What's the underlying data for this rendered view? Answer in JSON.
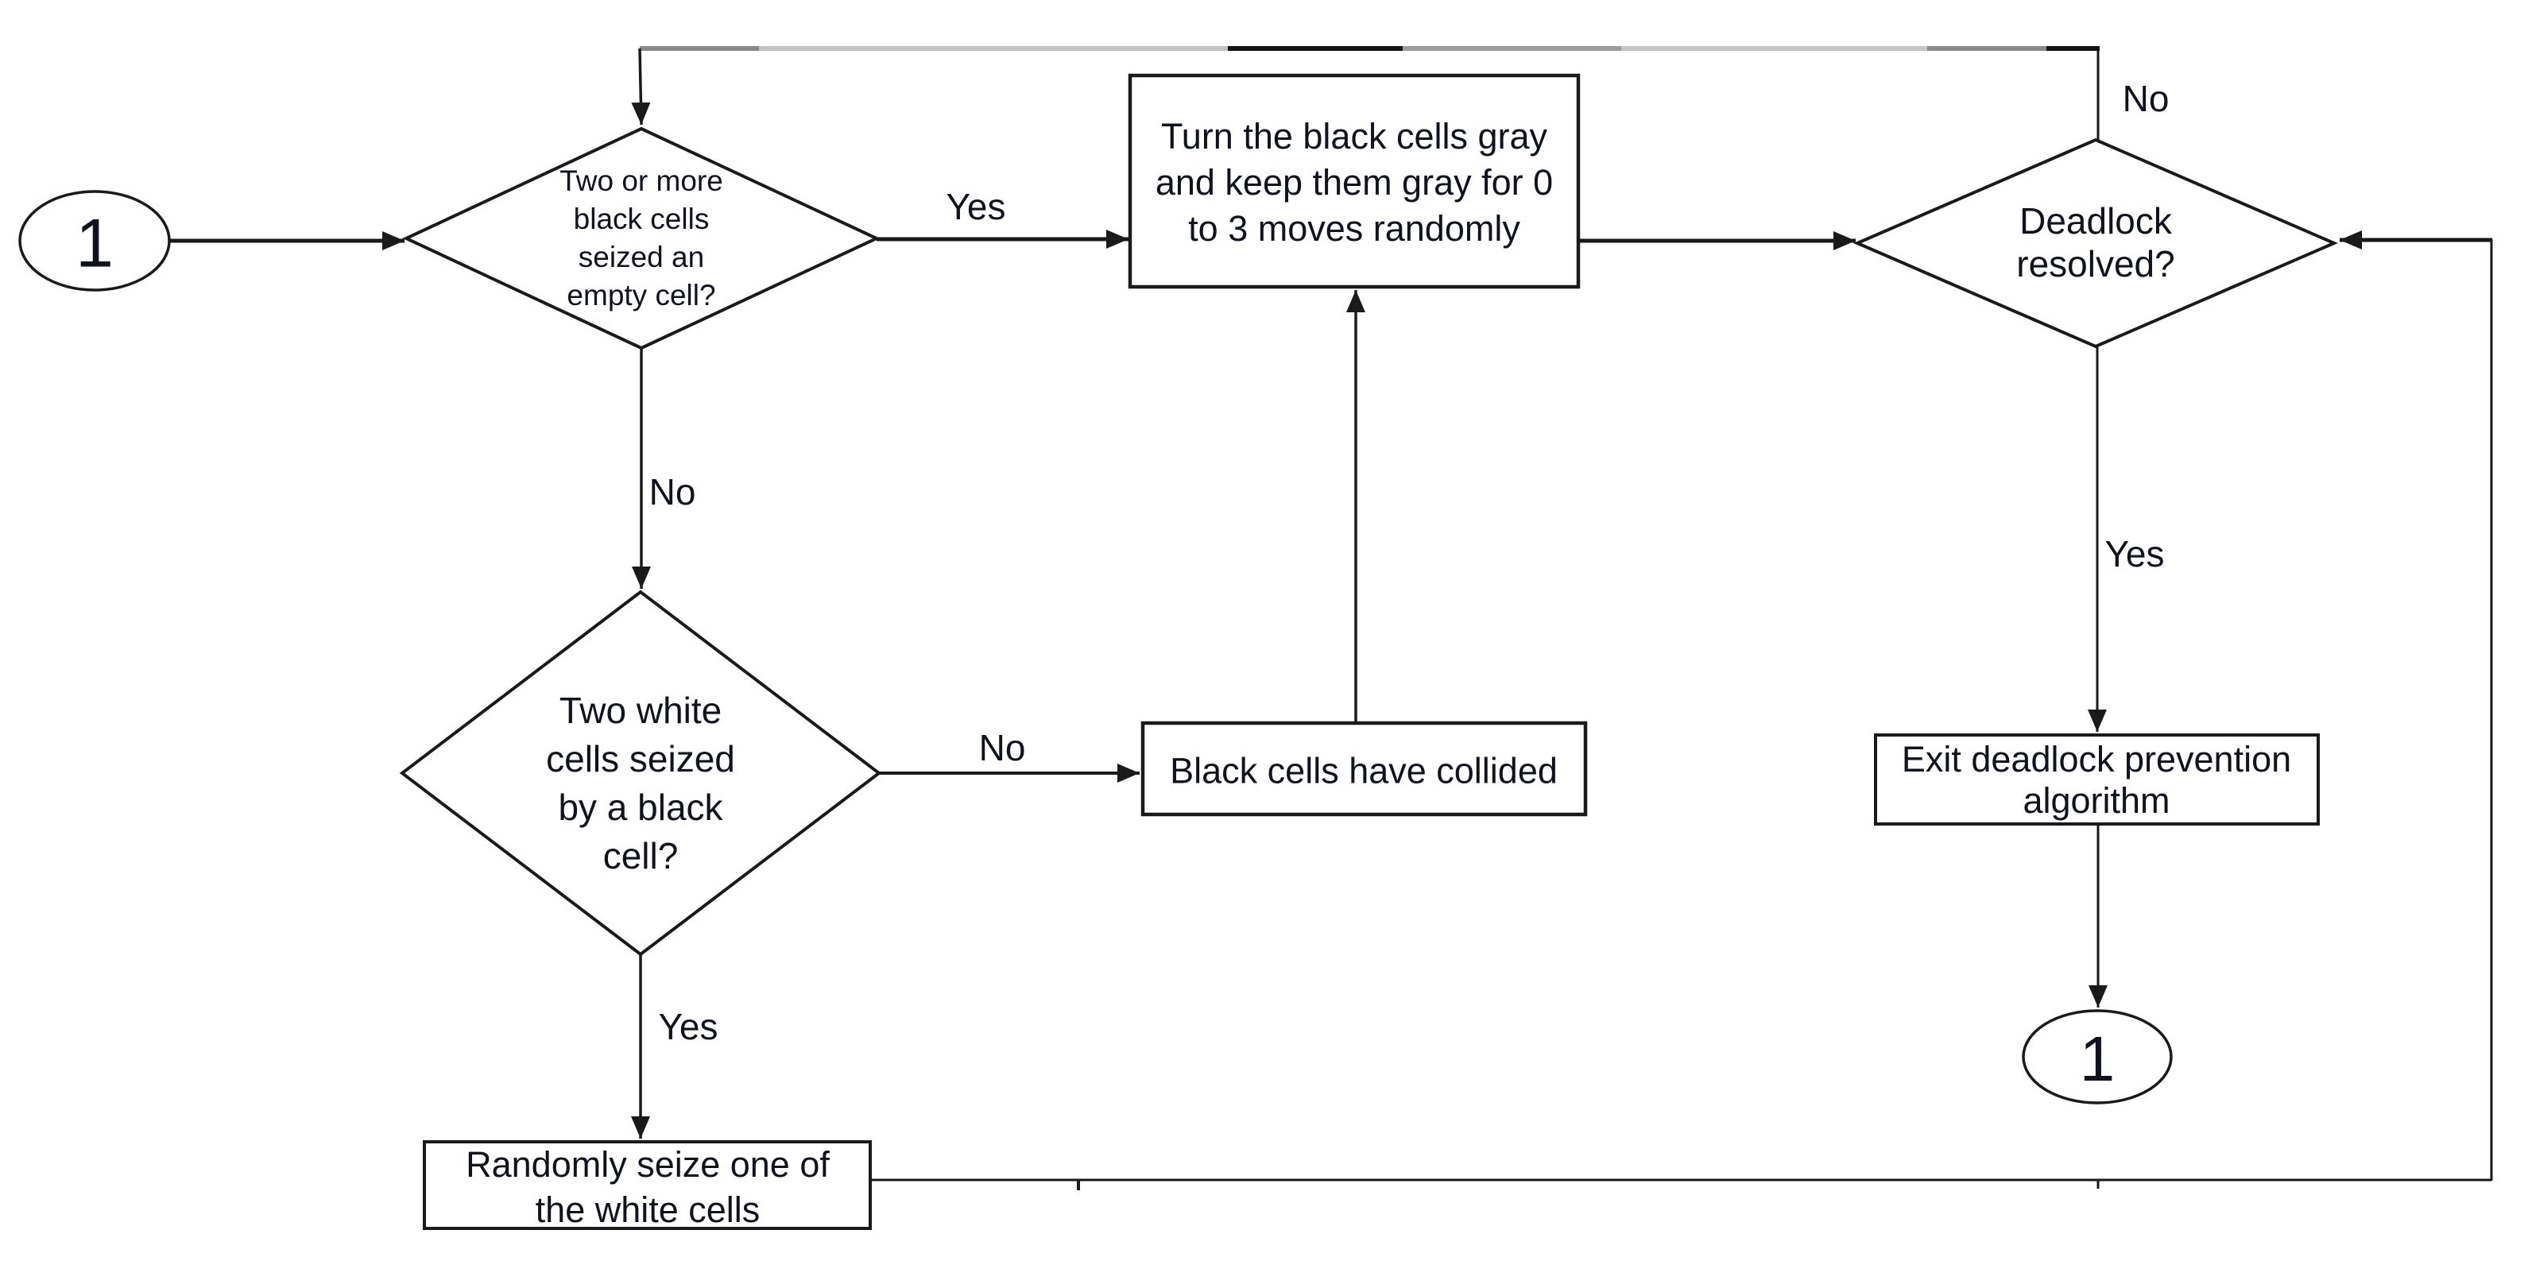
{
  "title": "Deadlock prevention algorithm flowchart",
  "colors": {
    "background": "#ffffff",
    "line": "#1a1a1a",
    "text": "#0f1320",
    "feedback_grays": [
      "#8a8a8a",
      "#c2c2c2",
      "#151515",
      "#9b9b9b",
      "#c6c6c6",
      "#8a8a8a",
      "#151515"
    ]
  },
  "nodes": {
    "start_connector": {
      "type": "ellipse",
      "label": "1"
    },
    "decision_seized_empty": {
      "type": "decision",
      "label": "Two or more\nblack cells\nseized an\nempty cell?"
    },
    "process_turn_gray": {
      "type": "process",
      "label": "Turn the black cells gray\nand keep them gray for 0\nto 3 moves randomly"
    },
    "decision_deadlock_resolved": {
      "type": "decision",
      "label": "Deadlock\nresolved?"
    },
    "decision_two_white_seized": {
      "type": "decision",
      "label": "Two white\ncells seized\nby a black\ncell?"
    },
    "process_black_collided": {
      "type": "process",
      "label": "Black cells have collided"
    },
    "process_exit_algorithm": {
      "type": "process",
      "label": "Exit deadlock prevention\nalgorithm"
    },
    "end_connector": {
      "type": "ellipse",
      "label": "1"
    },
    "process_randomly_seize": {
      "type": "process",
      "label": "Randomly seize one of\nthe white cells"
    }
  },
  "edge_labels": {
    "yes_seized_empty": "Yes",
    "no_seized_empty": "No",
    "no_two_white": "No",
    "yes_two_white": "Yes",
    "no_deadlock": "No",
    "yes_deadlock": "Yes"
  }
}
